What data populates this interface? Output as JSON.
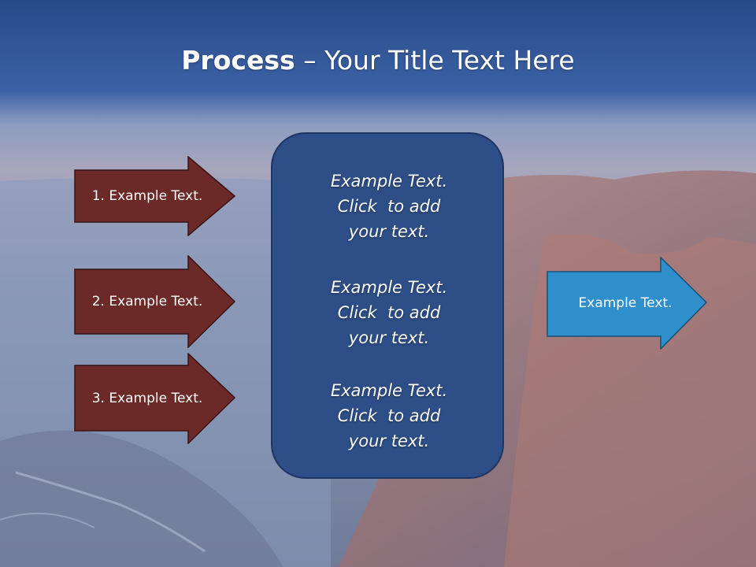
{
  "slide": {
    "title_bold": "Process",
    "title_rest": " – Your Title Text Here",
    "colors": {
      "left_arrow": "#6b2a28",
      "left_arrow_border": "#3a1312",
      "right_arrow": "#2f8fcb",
      "right_arrow_border": "#16507a",
      "center_box": "#2d4e86"
    }
  },
  "steps": [
    {
      "label": "1. Example Text."
    },
    {
      "label": "2. Example Text."
    },
    {
      "label": "3. Example Text."
    }
  ],
  "center": {
    "blocks": [
      {
        "lines": [
          "Example Text.",
          "Click  to add",
          "your text."
        ]
      },
      {
        "lines": [
          "Example Text.",
          "Click  to add",
          "your text."
        ]
      },
      {
        "lines": [
          "Example Text.",
          "Click  to add",
          "your text."
        ]
      }
    ]
  },
  "result": {
    "label": "Example Text."
  }
}
